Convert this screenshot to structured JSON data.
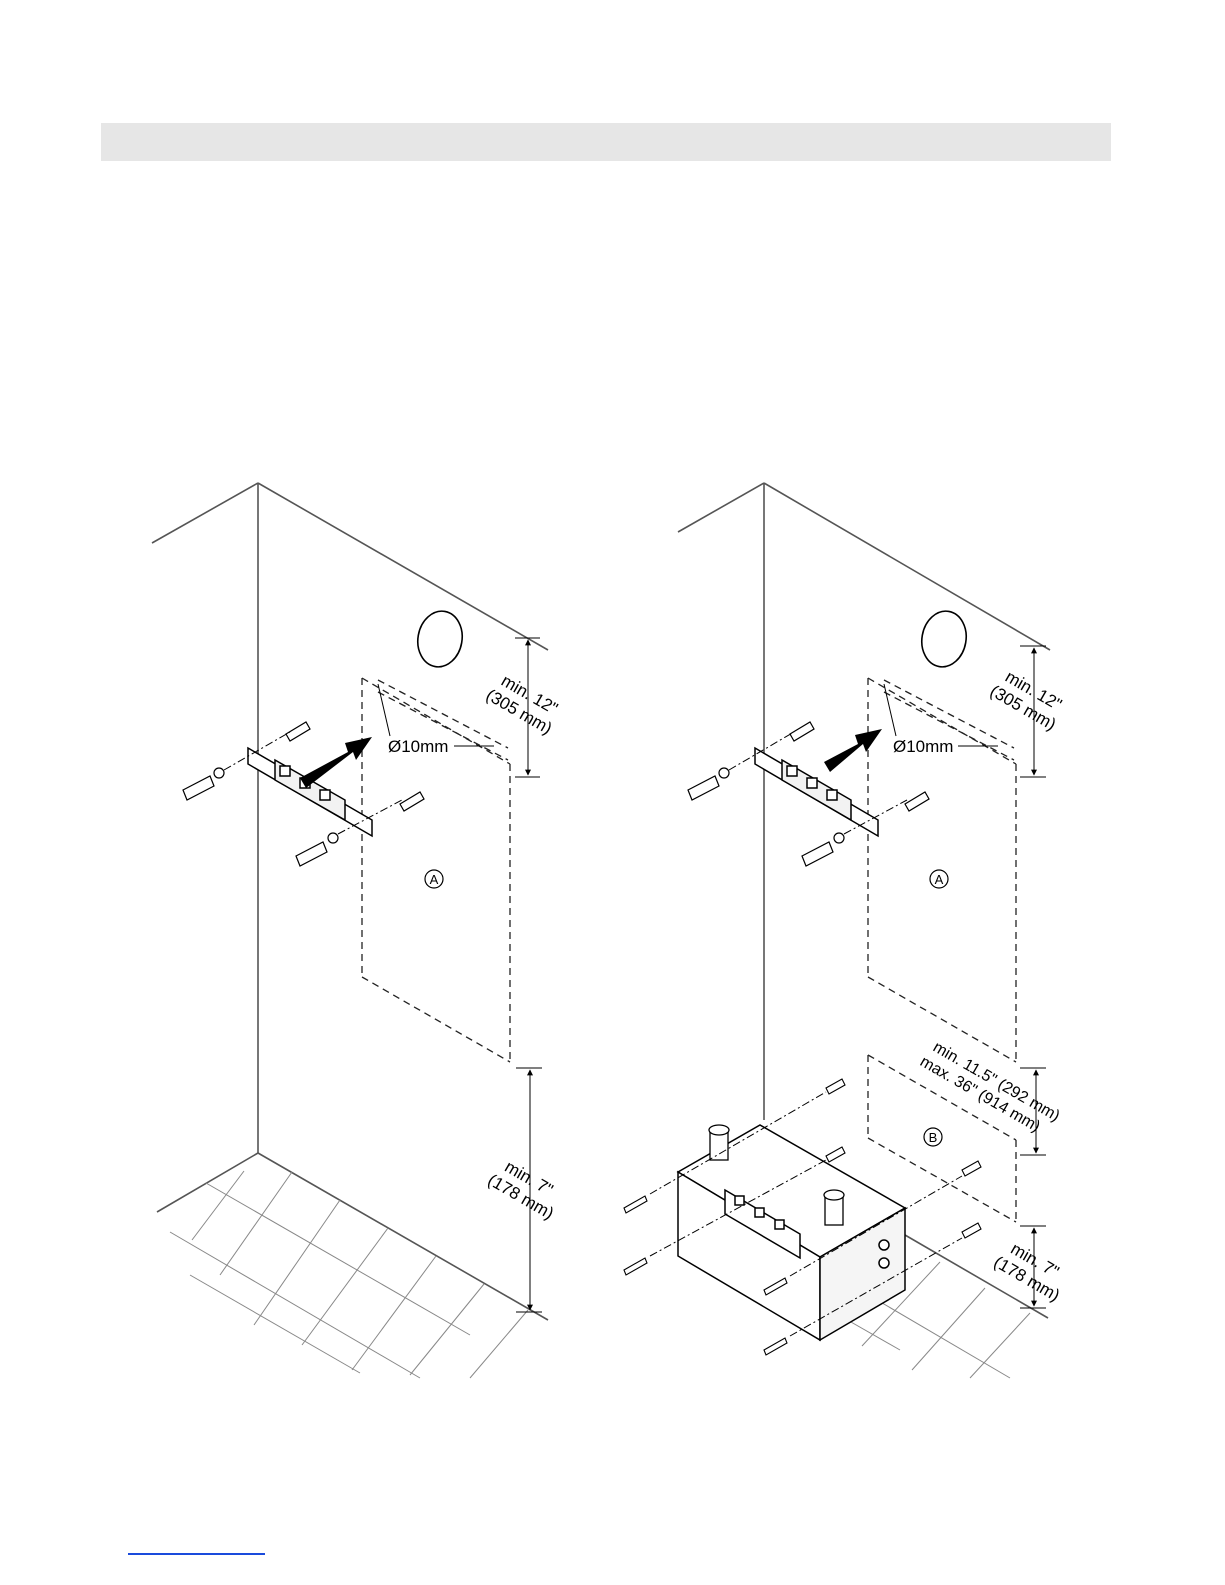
{
  "figure_left": {
    "clearance_top": [
      "min. 12\"",
      "(305 mm)"
    ],
    "hole_label": "Ø10mm",
    "area_label": "A",
    "clearance_bottom": [
      "min. 7\"",
      "(178 mm)"
    ]
  },
  "figure_right": {
    "clearance_top": [
      "min. 12\"",
      "(305 mm)"
    ],
    "hole_label": "Ø10mm",
    "area_a_label": "A",
    "area_b_label": "B",
    "clearance_between": [
      "min. 11.5\" (292 mm)",
      "max. 36\" (914 mm)"
    ],
    "clearance_bottom": [
      "min. 7\"",
      "(178 mm)"
    ]
  }
}
